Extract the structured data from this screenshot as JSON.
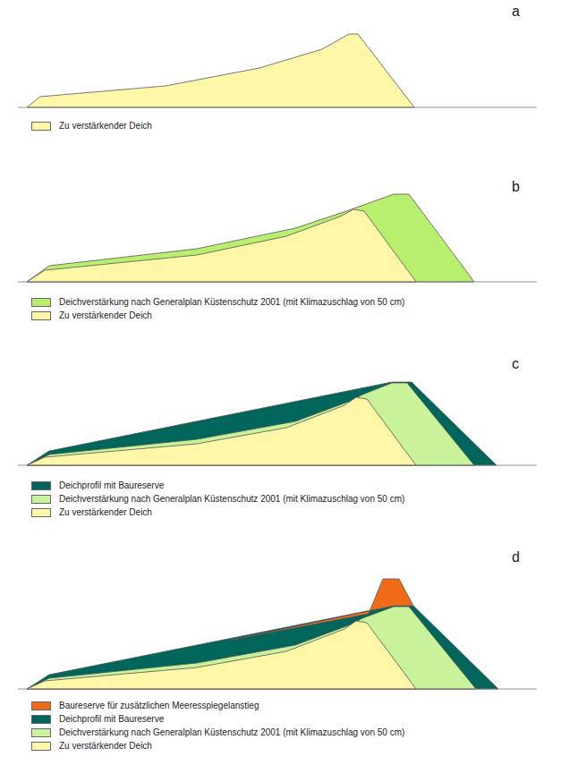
{
  "diagram": {
    "labels": [
      "a",
      "b",
      "c",
      "d"
    ],
    "legend": [
      {
        "text": "Zu verstärkender Deich",
        "color": "#fff7a8"
      },
      {
        "text": "Deichverstärkung nach Generalplan Küstenschutz 2001 (mit Klimazuschlag von 50 cm)",
        "color": "#b9ef6e"
      },
      {
        "text": "Zu verstärkender Deich",
        "color": "#fff7a8"
      },
      {
        "text": "Deichprofil mit Baureserve",
        "color": "#00665c"
      },
      {
        "text": "Deichverstärkung nach Generalplan Küstenschutz 2001 (mit Klimazuschlag von 50 cm)",
        "color": "#c8f39a"
      },
      {
        "text": "Zu verstärkender Deich",
        "color": "#fff7a8"
      },
      {
        "text": "Baureserve für zusätzlichen Meeresspiegelanstieg",
        "color": "#f06a18"
      },
      {
        "text": "Deichprofil mit Baureserve",
        "color": "#00665c"
      },
      {
        "text": "Deichverstärkung nach Generalplan Küstenschutz 2001 (mit Klimazuschlag von 50 cm)",
        "color": "#c8f39a"
      },
      {
        "text": "Zu verstärkender Deich",
        "color": "#fff7a8"
      }
    ]
  }
}
